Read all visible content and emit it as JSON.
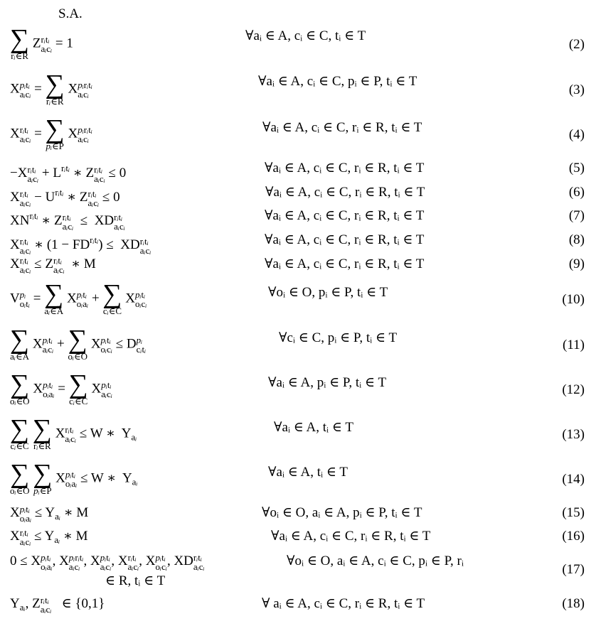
{
  "heading": "S.A.",
  "equations": [
    {
      "number": "(2)",
      "condition": "∀aᵢ ∈ A, cᵢ ∈ C, tᵢ ∈ T"
    },
    {
      "number": "(3)",
      "condition": "∀aᵢ ∈ A, cᵢ ∈ C, pᵢ ∈ P, tᵢ ∈ T"
    },
    {
      "number": "(4)",
      "condition": "∀aᵢ ∈ A, cᵢ ∈ C, rᵢ ∈ R, tᵢ ∈ T"
    },
    {
      "number": "(5)",
      "condition": "∀aᵢ ∈ A, cᵢ ∈ C, rᵢ ∈ R, tᵢ ∈ T"
    },
    {
      "number": "(6)",
      "condition": "∀aᵢ ∈ A, cᵢ ∈ C, rᵢ ∈ R, tᵢ ∈ T"
    },
    {
      "number": "(7)",
      "condition": "∀aᵢ ∈ A, cᵢ ∈ C, rᵢ ∈ R, tᵢ ∈ T"
    },
    {
      "number": "(8)",
      "condition": "∀aᵢ ∈ A, cᵢ ∈ C, rᵢ ∈ R, tᵢ ∈ T"
    },
    {
      "number": "(9)",
      "condition": "∀aᵢ ∈ A, cᵢ ∈ C, rᵢ ∈ R, tᵢ ∈ T"
    },
    {
      "number": "(10)",
      "condition": "∀oᵢ ∈ O, pᵢ ∈ P, tᵢ ∈ T"
    },
    {
      "number": "(11)",
      "condition": "∀cᵢ ∈ C, pᵢ ∈ P, tᵢ ∈ T"
    },
    {
      "number": "(12)",
      "condition": "∀aᵢ ∈ A, pᵢ ∈ P, tᵢ ∈ T"
    },
    {
      "number": "(13)",
      "condition": "∀aᵢ ∈ A, tᵢ ∈ T"
    },
    {
      "number": "(14)",
      "condition": "∀aᵢ ∈ A, tᵢ ∈ T"
    },
    {
      "number": "(15)",
      "condition": "∀oᵢ ∈ O, aᵢ ∈ A, pᵢ ∈ P, tᵢ ∈ T"
    },
    {
      "number": "(16)",
      "condition": "∀aᵢ ∈ A, cᵢ ∈ C, rᵢ ∈ R, tᵢ ∈ T"
    },
    {
      "number": "(17)",
      "condition": "∀oᵢ ∈ O, aᵢ ∈ A, cᵢ ∈ C, pᵢ ∈ P, rᵢ",
      "condition_cont": "∈ R, tᵢ ∈ T"
    },
    {
      "number": "(18)",
      "condition": "∀ aᵢ ∈ A, cᵢ ∈ C, rᵢ ∈ R, tᵢ ∈ T"
    }
  ]
}
